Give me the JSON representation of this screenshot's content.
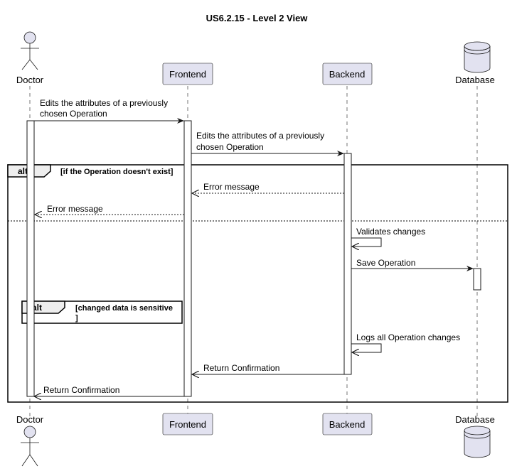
{
  "title": "US6.2.15 - Level 2 View",
  "participants": {
    "doctor": "Doctor",
    "frontend": "Frontend",
    "backend": "Backend",
    "database": "Database"
  },
  "messages": {
    "m1_line1": "Edits the attributes of a previously",
    "m1_line2": "chosen Operation",
    "m2_line1": "Edits the attributes of a previously",
    "m2_line2": "chosen Operation",
    "m3": "Error message",
    "m4": "Error message",
    "m5": "Validates changes",
    "m6": "Save Operation",
    "m7": "Logs all Operation changes",
    "m8": "Return Confirmation",
    "m9": "Return Confirmation"
  },
  "fragments": {
    "outer_keyword": "alt",
    "outer_guard": "[if the Operation doesn't exist]",
    "inner_keyword": "alt",
    "inner_guard_line1": "[changed data is sensitive",
    "inner_guard_line2": "]"
  },
  "colors": {
    "participant_fill": "#E2E2F0",
    "line": "#181818",
    "fragment_tab": "#EEEEEE"
  }
}
